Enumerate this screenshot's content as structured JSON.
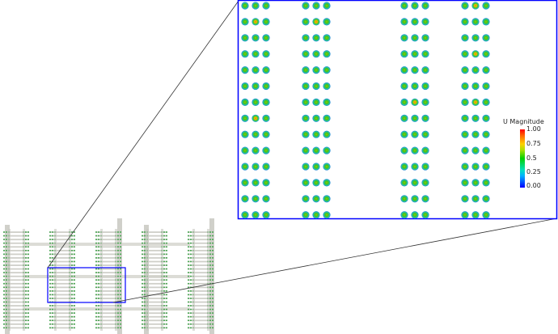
{
  "legend": {
    "title": "U Magnitude",
    "ticks": [
      "1.00",
      "0.75",
      "0.5",
      "0.25",
      "0.00"
    ],
    "range": [
      0,
      1
    ]
  },
  "colors": {
    "zoom_box": "#0000ff",
    "leader_line": "#333333",
    "structure": "#d6d6d0",
    "dot_outer": "#1e7bdc",
    "dot_mid": "#22c7a0",
    "dot_inner": "#3fbf20",
    "dot_hot": "#e8c800"
  },
  "inset": {
    "rows": 14,
    "column_groups": 4,
    "dots_per_group": 3
  }
}
